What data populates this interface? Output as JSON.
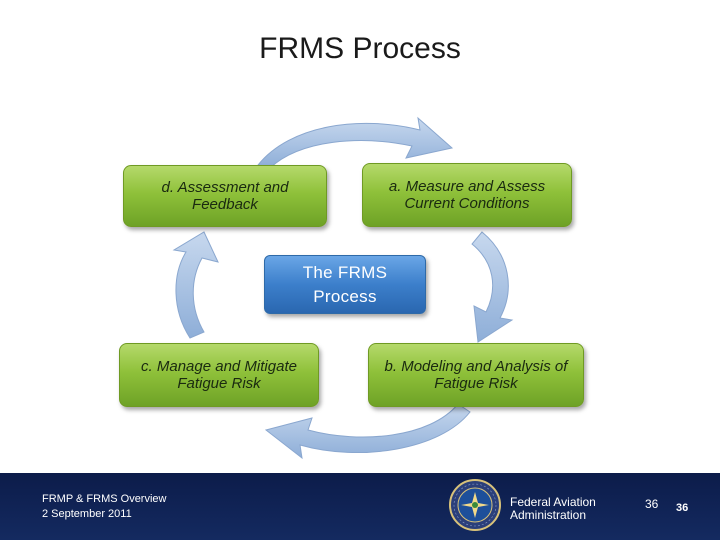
{
  "title": "FRMS Process",
  "center": {
    "line1": "The FRMS",
    "line2": "Process"
  },
  "boxes": {
    "a": {
      "line1": "a. Measure and Assess",
      "line2": "Current Conditions"
    },
    "b": {
      "line1": "b. Modeling and Analysis of",
      "line2": "Fatigue Risk"
    },
    "c": {
      "line1": "c.  Manage and Mitigate",
      "line2": "Fatigue Risk"
    },
    "d": {
      "line1": "d. Assessment and",
      "line2": "Feedback"
    }
  },
  "footer": {
    "presentation": "FRMP & FRMS Overview",
    "date": "2 September 2011",
    "agency_line1": "Federal Aviation",
    "agency_line2": "Administration",
    "slide_number_small": "36",
    "slide_number_bold": "36"
  },
  "colors": {
    "box_green": "#8fc13a",
    "center_blue": "#3c7fcb",
    "arrow_blue": "#9dbbe0",
    "footer_navy": "#0c1c4a"
  }
}
